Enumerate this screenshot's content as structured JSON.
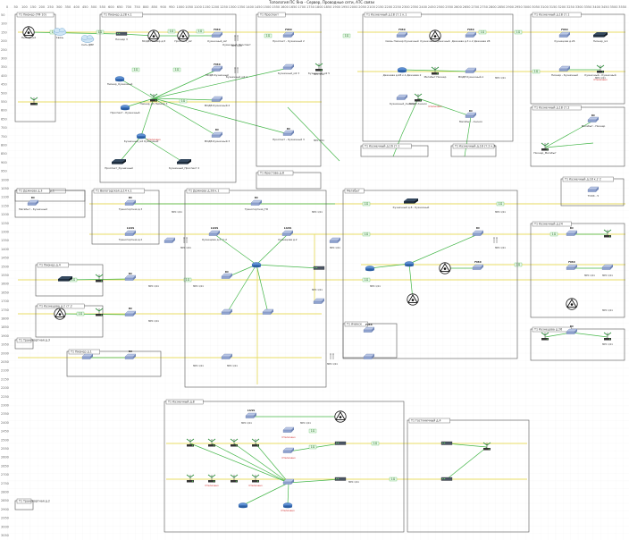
{
  "app": {
    "title": "Топология ПС Яна - Сервер, Проводные сети, АТС связи"
  },
  "rulers": {
    "top": [
      "0",
      "50",
      "100",
      "150",
      "200",
      "250",
      "300",
      "350",
      "400",
      "450",
      "500",
      "550",
      "600",
      "650",
      "700",
      "750",
      "800",
      "850",
      "900",
      "950",
      "1000",
      "1050",
      "1100",
      "1150",
      "1200",
      "1250",
      "1300",
      "1350",
      "1400",
      "1450",
      "1500",
      "1550",
      "1600",
      "1650",
      "1700",
      "1750",
      "1800",
      "1850",
      "1900",
      "1950",
      "2000",
      "2050",
      "2100",
      "2150",
      "2200",
      "2250",
      "2300",
      "2350",
      "2400",
      "2450",
      "2500",
      "2550",
      "2600",
      "2650",
      "2700",
      "2750",
      "2800",
      "2850",
      "2900",
      "2950",
      "3000",
      "3050",
      "3100",
      "3150",
      "3200",
      "3250",
      "3300",
      "3350",
      "3400",
      "3450",
      "3500",
      "3550"
    ],
    "left": [
      "50",
      "100",
      "150",
      "200",
      "250",
      "300",
      "350",
      "400",
      "450",
      "500",
      "550",
      "600",
      "650",
      "700",
      "750",
      "800",
      "850",
      "900",
      "950",
      "1000",
      "1050",
      "1100",
      "1150",
      "1200",
      "1250",
      "1300",
      "1350",
      "1400",
      "1450",
      "1500",
      "1550",
      "1600",
      "1650",
      "1700",
      "1750",
      "1800",
      "1850",
      "1900",
      "1950",
      "2000",
      "2050",
      "2100",
      "2150",
      "2200",
      "2250",
      "2300",
      "2350",
      "2400",
      "2450",
      "2500",
      "2550",
      "2600",
      "2650",
      "2700",
      "2750",
      "2800",
      "2850",
      "2900",
      "2950",
      "3000",
      "3050"
    ]
  },
  "groups": [
    {
      "id": "g1",
      "title": "Т1 Пионер (ТФ 10)"
    },
    {
      "id": "g2",
      "title": "Т1 Пионер д.28 к.1"
    },
    {
      "id": "g3",
      "title": "Т1 Проспект"
    },
    {
      "id": "g4",
      "title": "Т1 Кузнечный д.18 ст.1 к.1"
    },
    {
      "id": "g5",
      "title": "Т1 Кузнечный д.18 ст.1"
    },
    {
      "id": "g6",
      "title": "Т1 Кузнечный д.18 ст.2"
    },
    {
      "id": "g7",
      "title": "Т1 Кузнечный д.18 к.2 2"
    },
    {
      "id": "g8",
      "title": "Т1 Кузнечный д.16 ст.1"
    },
    {
      "id": "g9",
      "title": "Т1 Кузнечный д.18 ст.2 к.3"
    },
    {
      "id": "g10",
      "title": "Т1 Кузнечный д.13 пр.1"
    },
    {
      "id": "g11",
      "title": "Т1 Вологодская д.14 к.1"
    },
    {
      "id": "g12",
      "title": "Т1 Дежнева д.28 к.1"
    },
    {
      "id": "g13",
      "title": "Мегабыт"
    },
    {
      "id": "g14",
      "title": "Т1 Кузнечный д.24"
    },
    {
      "id": "g15",
      "title": "Т1 Пионер д.4"
    },
    {
      "id": "g16",
      "title": "Т1 Кузнецова д.2 ст.2"
    },
    {
      "id": "g17",
      "title": "Т1 Ачинск"
    },
    {
      "id": "g18",
      "title": "Т1 Кузнецова д.26"
    },
    {
      "id": "g19",
      "title": "Т1 Пионер д.1"
    },
    {
      "id": "g20",
      "title": "Т1 Кузнечный д.8"
    },
    {
      "id": "g21",
      "title": "Т1 Гостиничный д.4"
    },
    {
      "id": "g22",
      "title": "Т1 Крестова д.8"
    },
    {
      "id": "g23",
      "title": "Т1 Дежнева д.3"
    },
    {
      "id": "g24",
      "title": "Т1 Транспортная д.3"
    },
    {
      "id": "g25",
      "title": "Т1 Транспортная д.2"
    }
  ],
  "nodes": [
    {
      "id": "n1",
      "label": "Пионер_м2"
    },
    {
      "id": "n2",
      "label": "Связь"
    },
    {
      "id": "n3",
      "label": "Сеть ДВР"
    },
    {
      "id": "n4",
      "label": "Пионер 3"
    },
    {
      "id": "n5",
      "label": "МОДЕ-Пионер д.8"
    },
    {
      "id": "n6",
      "label": "Проспект_м2"
    },
    {
      "id": "n7",
      "label": "Кузнечный_м2"
    },
    {
      "id": "n8",
      "label": "Кузнечный_Проспект"
    },
    {
      "id": "n9",
      "label": "МОДЕ-Кузнечный"
    },
    {
      "id": "n10",
      "label": "Кузнечный_м2 2"
    },
    {
      "id": "n11",
      "label": "МОДЕ-Кузнечный 2"
    },
    {
      "id": "n12",
      "label": "Пионер_м5 Пионер 3"
    },
    {
      "id": "n13",
      "label": "Пионер_Кузнечный"
    },
    {
      "id": "n14",
      "label": "Проспект - Кузнечный"
    },
    {
      "id": "n15",
      "label": "Кузнечный_м2 Кузнечный"
    },
    {
      "id": "n16",
      "label": "Проспект_Кузнечный"
    },
    {
      "id": "n17",
      "label": "Кузнечный_Проспект 2"
    },
    {
      "id": "n18",
      "label": "МОДЕ-Кузнечный 3"
    },
    {
      "id": "n19",
      "label": "Проспект - Кузнечный 2"
    },
    {
      "id": "n20",
      "label": "Кузнечный_м2 3"
    },
    {
      "id": "n21",
      "label": "Кузнечный_м2 5"
    },
    {
      "id": "n22",
      "label": "Проспект - Кузнечный 3"
    },
    {
      "id": "n23",
      "label": "Связь Пионер Кузнечный"
    },
    {
      "id": "n24",
      "label": "Кузнечный Кузнечный"
    },
    {
      "id": "n25",
      "label": "Дежнева д.3 к.2 Дежнева 28"
    },
    {
      "id": "n26",
      "label": "Дежнева д.28 к.1 Дежнева 2"
    },
    {
      "id": "n27",
      "label": "Мегабыт Пионер"
    },
    {
      "id": "n28",
      "label": "МОДЕ Кузнечный-1"
    },
    {
      "id": "n29",
      "label": "Кузнечный_Ачинск"
    },
    {
      "id": "n30",
      "label": "МОДЕ Ачинск"
    },
    {
      "id": "n31",
      "label": "Мегабыт - Ачинск"
    },
    {
      "id": "n32",
      "label": "Кузнецова д.26"
    },
    {
      "id": "n33",
      "label": "Пионер_м1"
    },
    {
      "id": "n34",
      "label": "Пионер - Кузнечный"
    },
    {
      "id": "n35",
      "label": "Кузнечный - Кузнечный"
    },
    {
      "id": "n36",
      "label": "Мегабыт - Пионер"
    },
    {
      "id": "n37",
      "label": "Пионер_Мегабыт"
    },
    {
      "id": "n38",
      "label": "ТОСК - 5"
    },
    {
      "id": "n39",
      "label": "Мегабыт - Кузнечный"
    },
    {
      "id": "n40",
      "label": "Транспортная д.3"
    },
    {
      "id": "n41",
      "label": "Транспортная д.2"
    },
    {
      "id": "n42",
      "label": "Транспортная_ТФ"
    },
    {
      "id": "n43",
      "label": "Кузнецова д.2 ст.2"
    },
    {
      "id": "n44",
      "label": "Кузнецова д.2"
    },
    {
      "id": "n45",
      "label": "Кузнечный д.8 - Кузнечный"
    }
  ],
  "devices": {
    "fibx": "FIBX",
    "rc": "RC",
    "ls": "LGSS",
    "tag_up": "Up",
    "tag_sfp": "SFP",
    "tag_1g": "1G",
    "tag_10g": "10G",
    "port": "МРС 1/11",
    "red_note": "Отключено"
  },
  "colors": {
    "green": "#44b649",
    "yellow": "#e8dc66",
    "frame": "#555555",
    "grid": "#e8e8e8",
    "text": "#333333",
    "red": "#d12a2a",
    "blue": "#4a8cc7"
  },
  "icons": [
    "switch-icon",
    "router-icon",
    "antenna-icon",
    "tower-icon",
    "cloud-icon",
    "server-icon",
    "computer-icon",
    "modem-icon"
  ]
}
